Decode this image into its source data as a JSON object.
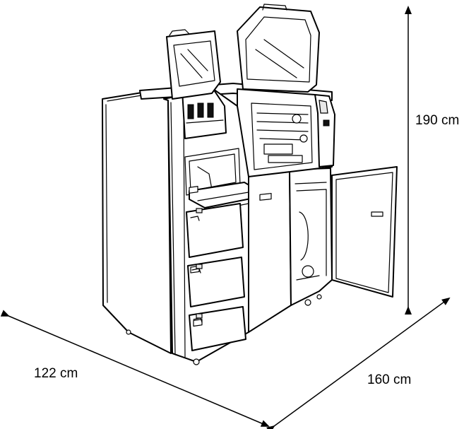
{
  "dimensions": {
    "height": "190 cm",
    "width": "122 cm",
    "depth": "160 cm"
  }
}
